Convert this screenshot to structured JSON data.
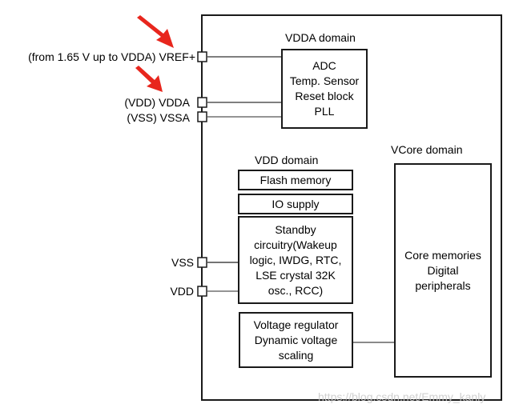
{
  "pins": {
    "vref": "(from 1.65 V up to VDDA) VREF+",
    "vdda": "(VDD) VDDA",
    "vssa": "(VSS) VSSA",
    "vss": "VSS",
    "vdd": "VDD"
  },
  "domains": {
    "vdda": "VDDA domain",
    "vdd": "VDD domain",
    "vcore": "VCore domain"
  },
  "blocks": {
    "analog": [
      "ADC",
      "Temp. Sensor",
      "Reset block",
      "PLL"
    ],
    "flash": "Flash memory",
    "io": "IO supply",
    "standby": [
      "Standby",
      "circuitry(Wakeup",
      "logic, IWDG, RTC,",
      "LSE crystal 32K",
      "osc., RCC)"
    ],
    "regulator": [
      "Voltage regulator",
      "Dynamic voltage",
      "scaling"
    ],
    "core": [
      "Core memories",
      "Digital",
      "peripherals"
    ]
  },
  "annotations": {
    "arrow_color": "#e8261d",
    "arrows": [
      "arrow-to-vref",
      "arrow-to-vdda"
    ]
  },
  "watermark": "https://blog.csdn.net/Emmy_kanly"
}
